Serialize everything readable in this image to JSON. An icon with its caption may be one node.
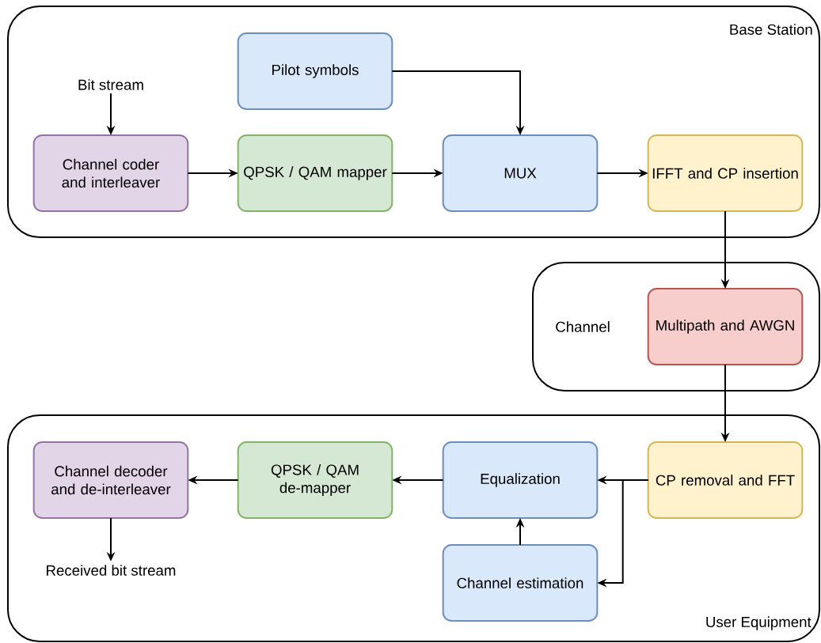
{
  "diagram": {
    "nodes": [
      {
        "text": [
          "Base Station"
        ]
      },
      {
        "text": [
          "Bit stream"
        ],
        "in": 0
      },
      {
        "text": [
          "Pilot symbols"
        ],
        "in": 0
      },
      {
        "text": [
          "Channel coder and interleaver"
        ],
        "in": 0
      },
      {
        "text": [
          "QPSK / QAM mapper"
        ],
        "in": 0
      },
      {
        "text": [
          "MUX"
        ],
        "in": 0
      },
      {
        "text": [
          "IFFT and CP insertion"
        ],
        "in": 0
      },
      {
        "text": [
          "Channel"
        ]
      },
      {
        "text": [
          "Multipath and AWGN"
        ],
        "in": 7
      },
      {
        "text": [
          "User Equipment"
        ]
      },
      {
        "text": [
          "CP removal and FFT"
        ],
        "in": 9
      },
      {
        "text": [
          "Equalization"
        ],
        "in": 9
      },
      {
        "text": [
          "QPSK / QAM de-mapper"
        ],
        "in": 9
      },
      {
        "text": [
          "Channel decoder and de-interleaver"
        ],
        "in": 9
      },
      {
        "text": [
          "Channel estimation"
        ],
        "in": 9
      },
      {
        "text": [
          "Received bit stream"
        ],
        "in": 9
      }
    ],
    "edges": [
      {
        "from": 1,
        "to": 3,
        "arrow": "to"
      },
      {
        "from": 2,
        "to": 5,
        "arrow": "to"
      },
      {
        "from": 3,
        "to": 4,
        "arrow": "to"
      },
      {
        "from": 4,
        "to": 5,
        "arrow": "to"
      },
      {
        "from": 5,
        "to": 6,
        "arrow": "to"
      },
      {
        "from": 6,
        "to": 8,
        "arrow": "to"
      },
      {
        "from": 8,
        "to": 10,
        "arrow": "to"
      },
      {
        "from": 10,
        "to": 11,
        "arrow": "to"
      },
      {
        "from": 10,
        "to": 14,
        "arrow": "to"
      },
      {
        "from": 14,
        "to": 11,
        "arrow": "to"
      },
      {
        "from": 11,
        "to": 12,
        "arrow": "to"
      },
      {
        "from": 12,
        "to": 13,
        "arrow": "to"
      },
      {
        "from": 13,
        "to": 15,
        "arrow": "to"
      }
    ]
  }
}
